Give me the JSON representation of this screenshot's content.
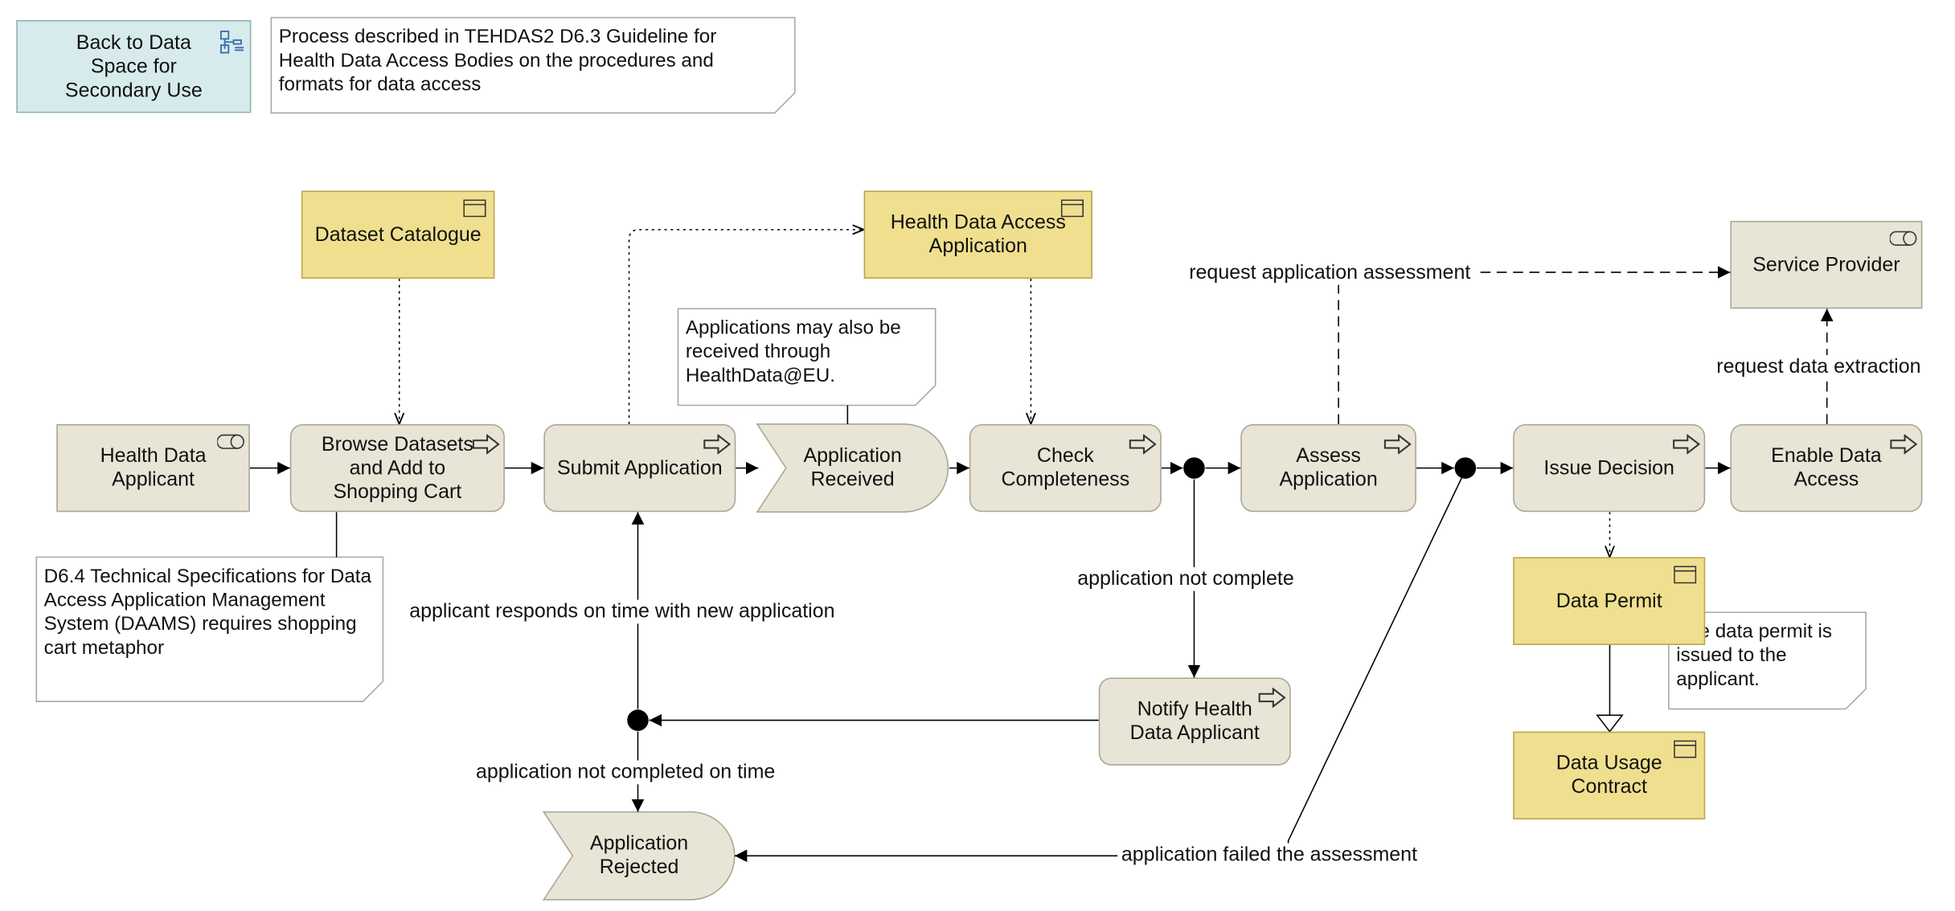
{
  "back_link": {
    "label": "Back to Data Space for Secondary Use",
    "icon": "view-icon"
  },
  "notes": {
    "process_description": "Process described in TEHDAS2 D6.3 Guideline for Health Data Access Bodies on the procedures and formats for data access",
    "healthdata_eu": "Applications may also be received through HealthData@EU.",
    "daams": "D6.4 Technical Specifications for Data Access Application Management System (DAAMS) requires shopping cart metaphor",
    "data_permit": "The data permit is issued to the applicant."
  },
  "nodes": {
    "dataset_catalogue": "Dataset Catalogue",
    "health_data_access_application": "Health Data Access Application",
    "service_provider": "Service Provider",
    "health_data_applicant": "Health Data Applicant",
    "browse_datasets": "Browse Datasets and Add to Shopping Cart",
    "submit_application": "Submit Application",
    "application_received": "Application Received",
    "check_completeness": "Check Completeness",
    "assess_application": "Assess Application",
    "issue_decision": "Issue Decision",
    "enable_data_access": "Enable Data Access",
    "data_permit": "Data Permit",
    "data_usage_contract": "Data Usage Contract",
    "notify_applicant": "Notify Health Data Applicant",
    "application_rejected": "Application Rejected"
  },
  "edge_labels": {
    "request_assessment": "request application assessment",
    "request_extraction": "request data extraction",
    "not_complete": "application not complete",
    "responds_on_time": "applicant responds on time with new application",
    "not_completed_on_time": "application not completed on time",
    "failed_assessment": "application failed the assessment"
  },
  "colors": {
    "process_fill": "#e8e4d6",
    "business_object_fill": "#f0df8f",
    "navigation_fill": "#d7ebec",
    "note_fill": "#ffffff",
    "line": "#000000"
  }
}
